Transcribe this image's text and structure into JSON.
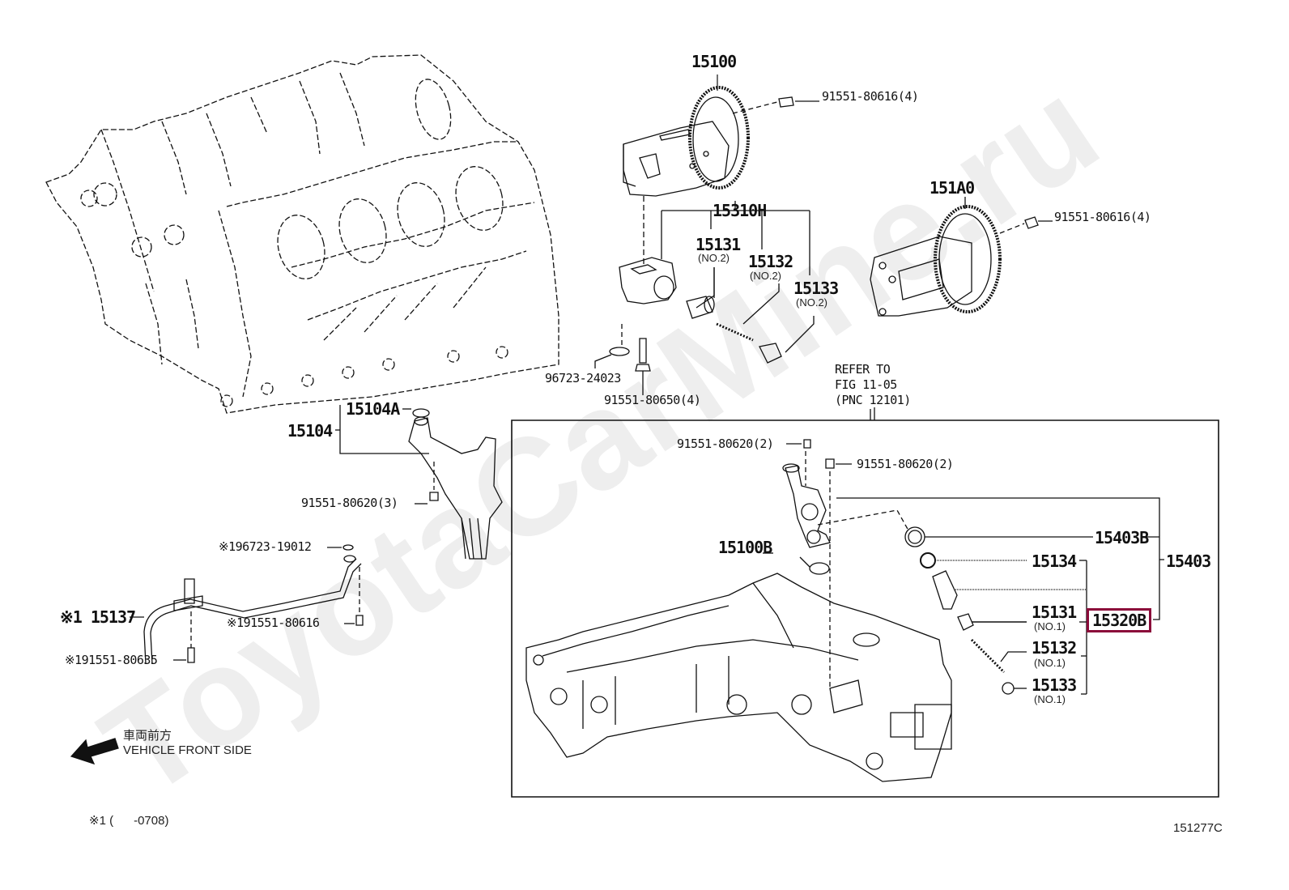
{
  "watermark": "ToyotaCarMine.ru",
  "figure_code": "151277C",
  "footnote": "※1 (      -0708)",
  "direction": {
    "label_jp": "車両前方",
    "label_en": "VEHICLE FRONT SIDE",
    "icon": "arrow-left-down-icon"
  },
  "refer": {
    "line1": "REFER TO",
    "line2": "FIG 11-05",
    "line3": "(PNC 12101)"
  },
  "parts": {
    "oil_pump_main": "15100",
    "oil_pump_main_bolt": "91551-80616(4)",
    "oil_pump_aux": "151A0",
    "oil_pump_aux_bolt": "91551-80616(4)",
    "relief_valve_set_no2": "15310H",
    "relief_valve_no2": {
      "pn": "15131",
      "sub": "(NO.2)"
    },
    "relief_spring_no2": {
      "pn": "15132",
      "sub": "(NO.2)"
    },
    "relief_plug_no2": {
      "pn": "15133",
      "sub": "(NO.2)"
    },
    "oring_pump": "96723-24023",
    "pump_bolt": "91551-80650(4)",
    "strainer": "15104",
    "strainer_gasket": "15104A",
    "strainer_bolt": "91551-80620(3)",
    "pipe_oring": "※196723-19012",
    "oil_pipe": "※1 15137",
    "pipe_bolt_a": "※191551-80616",
    "pipe_bolt_b": "※191551-80635",
    "inlet_bolt_a": "91551-80620(2)",
    "inlet_bolt_b": "91551-80620(2)",
    "inlet_gasket": "15100B",
    "oil_inlet_set": "15403",
    "oil_inlet_oring": "15403B",
    "relief_plug_oring": "15134",
    "relief_valve_no1": {
      "pn": "15131",
      "sub": "(NO.1)"
    },
    "relief_spring_no1": {
      "pn": "15132",
      "sub": "(NO.1)"
    },
    "relief_plug_no1": {
      "pn": "15133",
      "sub": "(NO.1)"
    },
    "relief_valve_set_no1": "15320B"
  },
  "colors": {
    "highlight": "#8b0b3a",
    "line": "#111111",
    "watermark": "#eeeeee"
  }
}
